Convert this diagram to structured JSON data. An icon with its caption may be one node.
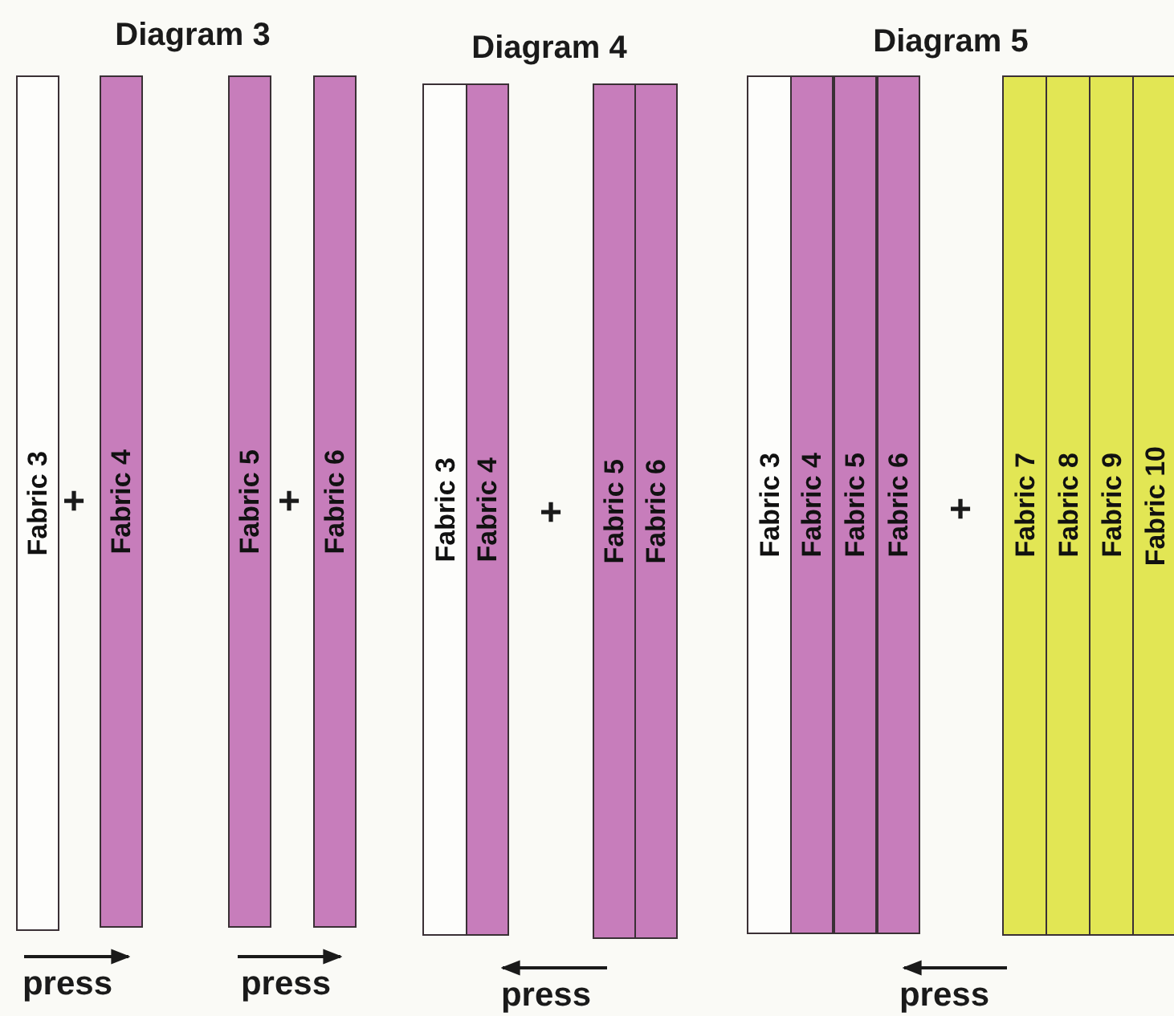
{
  "diagram": {
    "nodes": [
      {
        "text": [
          "Fabric 3"
        ]
      },
      {
        "text": [
          "Fabric 4"
        ]
      },
      {
        "text": [
          "Fabric 5"
        ]
      },
      {
        "text": [
          "Fabric 6"
        ]
      },
      {
        "text": [
          "Fabric 3"
        ]
      },
      {
        "text": [
          "Fabric 4"
        ]
      },
      {
        "text": [
          "Fabric 5"
        ]
      },
      {
        "text": [
          "Fabric 6"
        ]
      },
      {
        "text": [
          "Fabric 3"
        ]
      },
      {
        "text": [
          "Fabric 4"
        ]
      },
      {
        "text": [
          "Fabric 5"
        ]
      },
      {
        "text": [
          "Fabric 6"
        ]
      },
      {
        "text": [
          "Fabric 7"
        ]
      },
      {
        "text": [
          "Fabric 8"
        ]
      },
      {
        "text": [
          "Fabric 9"
        ]
      },
      {
        "text": [
          "Fabric 10"
        ]
      }
    ],
    "labels": [
      "Diagram 3",
      "Diagram 4",
      "Diagram 5",
      "+",
      "+",
      "+",
      "+",
      "press",
      "press",
      "press",
      "press"
    ]
  }
}
